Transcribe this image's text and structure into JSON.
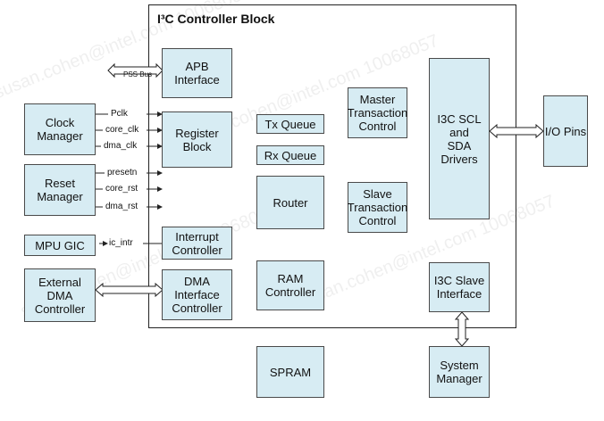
{
  "title": "I³C Controller Block",
  "watermark": "susan.cohen@intel.com 10068057",
  "blocks": {
    "apb": "APB\nInterface",
    "register": "Register\nBlock",
    "tx_queue": "Tx Queue",
    "rx_queue": "Rx Queue",
    "router": "Router",
    "master": "Master\nTransaction\nControl",
    "slave": "Slave\nTransaction\nControl",
    "i3c_drivers": "I3C SCL\nand\nSDA Drivers",
    "io_pins": "I/O Pins",
    "clock_manager": "Clock\nManager",
    "reset_manager": "Reset\nManager",
    "mpu_gic": "MPU GIC",
    "external_dma": "External\nDMA\nController",
    "interrupt": "Interrupt\nController",
    "dma_interface": "DMA\nInterface\nController",
    "ram_controller": "RAM\nController",
    "i3c_slave": "I3C Slave\nInterface",
    "spram": "SPRAM",
    "system_manager": "System\nManager"
  },
  "signals": {
    "pss_bus": "PSS Bus",
    "pclk": "Pclk",
    "core_clk": "core_clk",
    "dma_clk": "dma_clk",
    "presetn": "presetn",
    "core_rst": "core_rst",
    "dma_rst": "dma_rst",
    "ic_intr": "ic_intr"
  }
}
